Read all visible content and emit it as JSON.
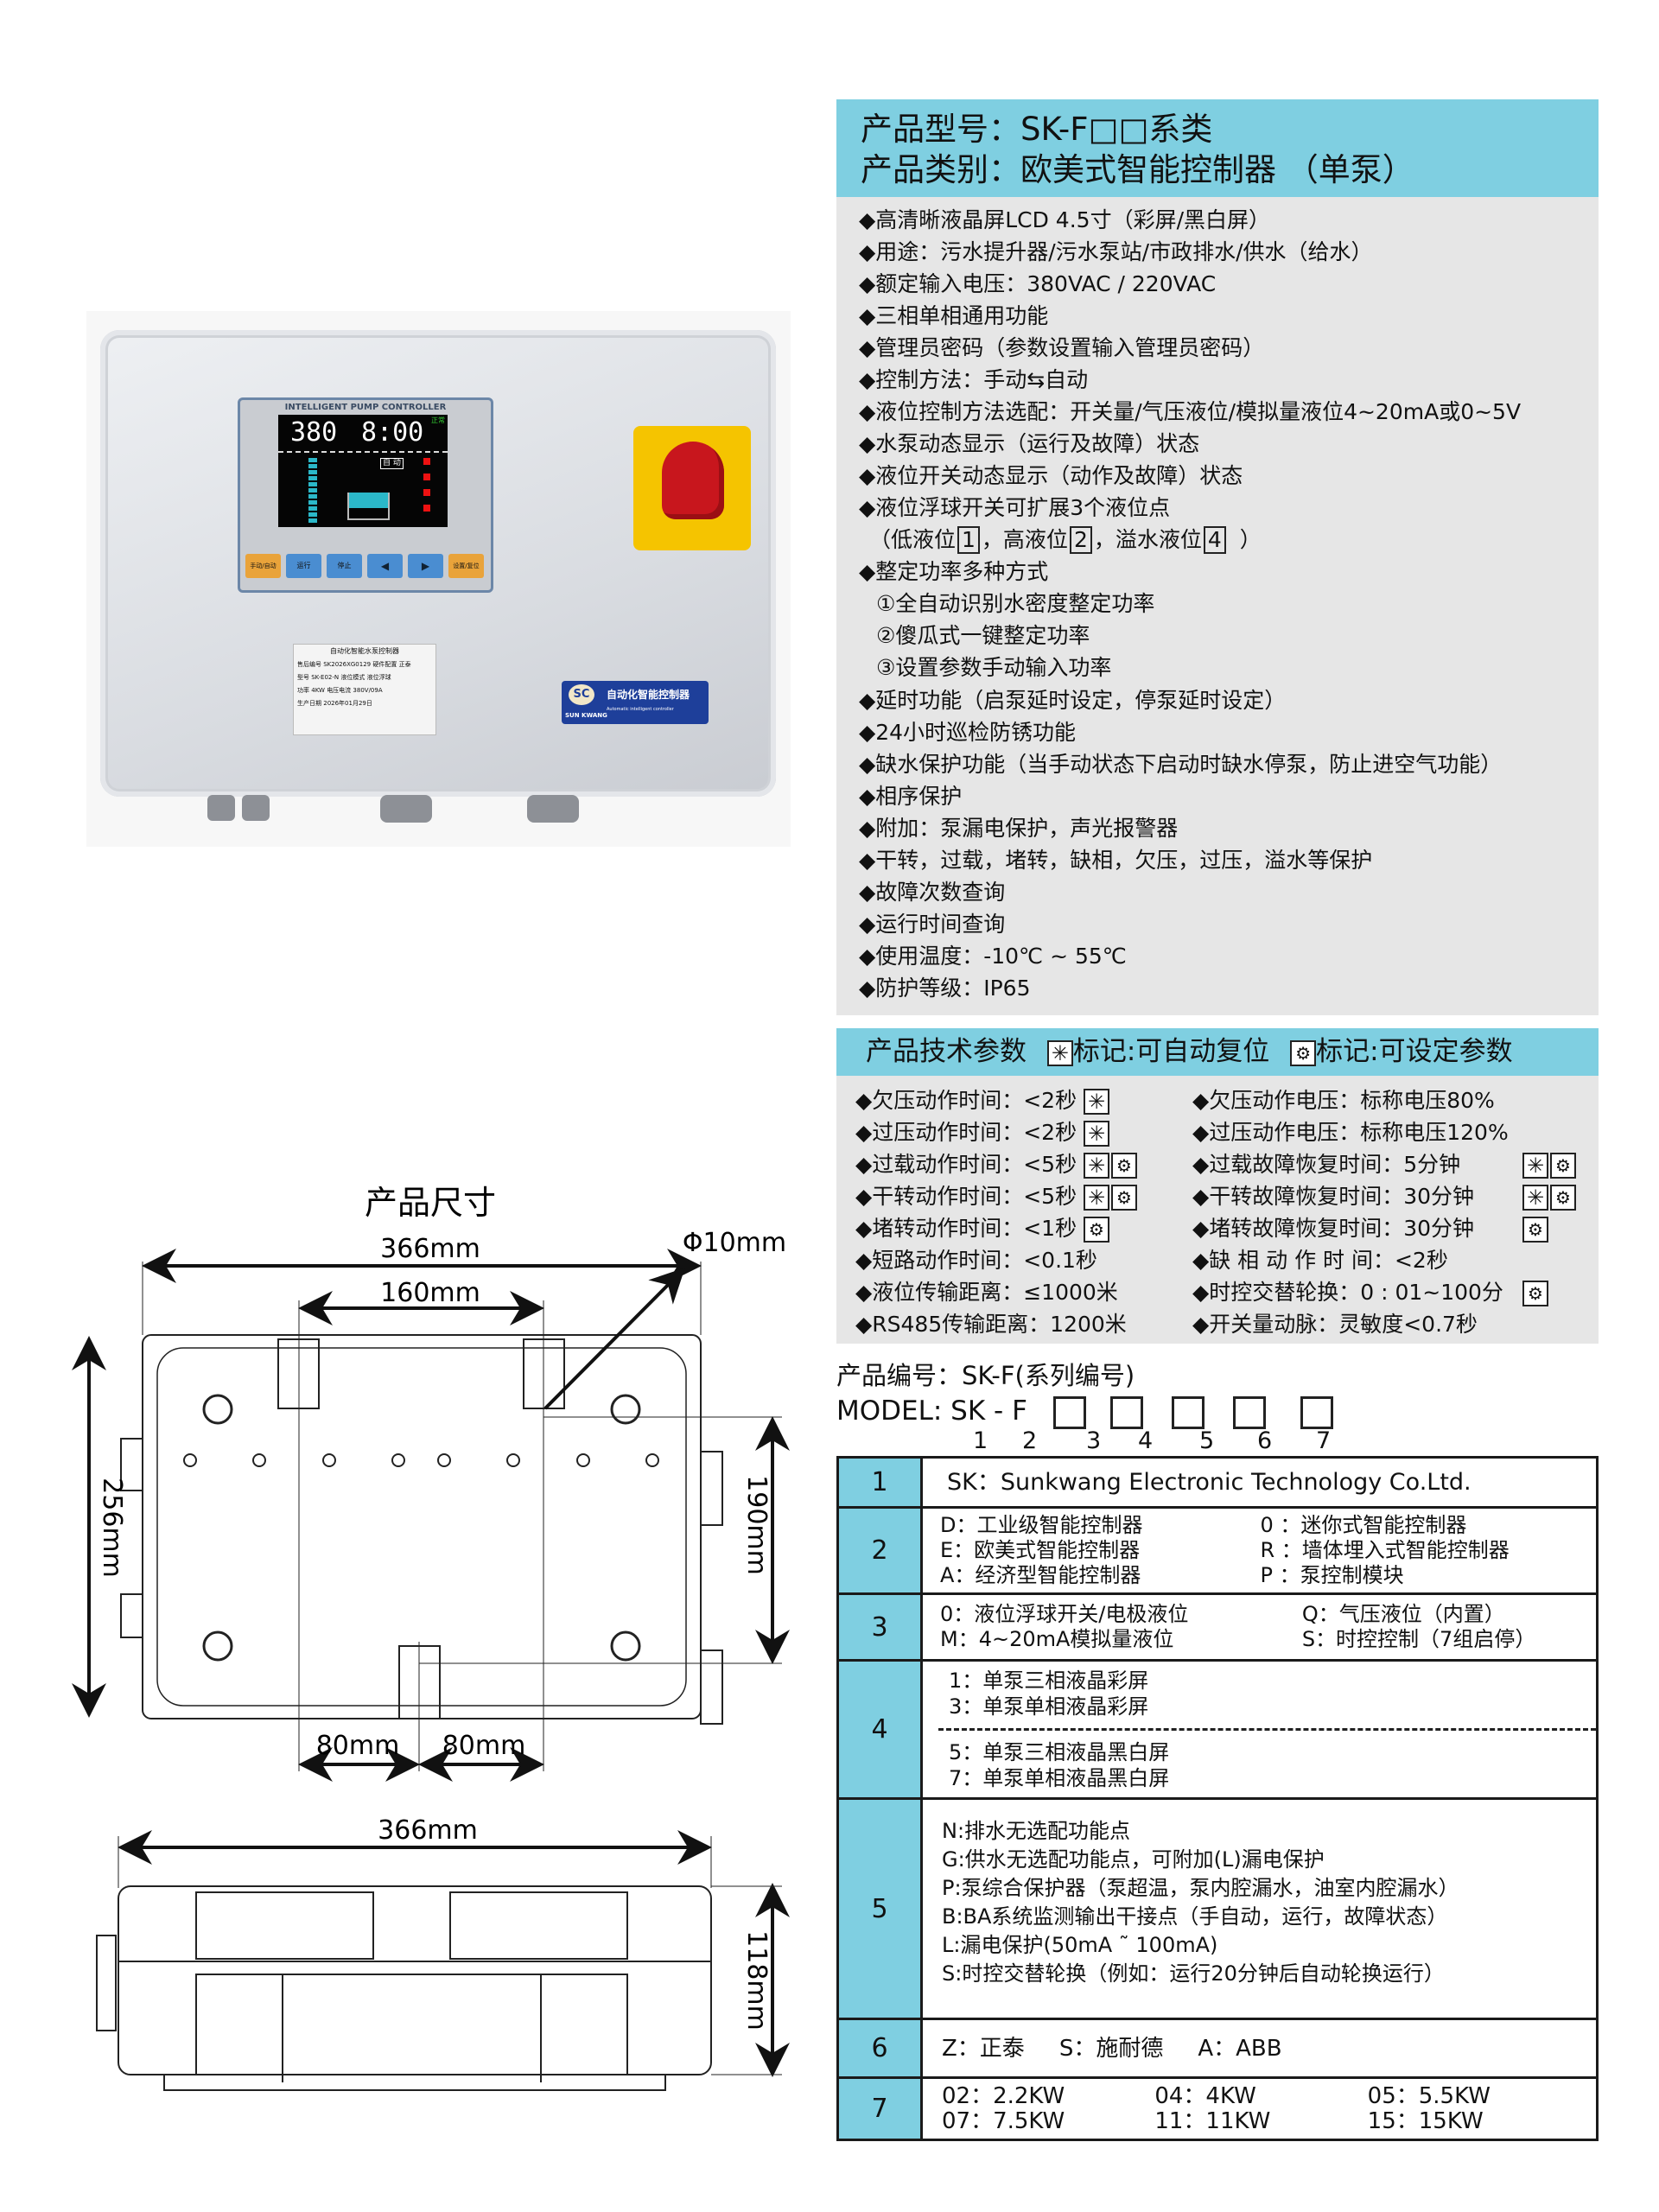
{
  "header": {
    "model_line": "产品型号：SK-F□□系类",
    "category_line": "产品类别：欧美式智能控制器 （单泵）"
  },
  "features": [
    "◆高清晰液晶屏LCD 4.5寸（彩屏/黑白屏）",
    "◆用途：污水提升器/污水泵站/市政排水/供水（给水）",
    "◆额定输入电压：380VAC / 220VAC",
    "◆三相单相通用功能",
    "◆管理员密码（参数设置输入管理员密码）",
    "◆控制方法：手动⇆自动",
    "◆液位控制方法选配：开关量/气压液位/模拟量液位4~20mA或0~5V",
    "◆水泵动态显示（运行及故障）状态",
    "◆液位开关动态显示（动作及故障）状态",
    "◆液位浮球开关可扩展3个液位点"
  ],
  "level_points": {
    "open": "（低液位",
    "low": "1",
    "sep1": "，高液位",
    "high": "2",
    "sep2": "，溢水液位",
    "overflow": "4",
    "close": "）"
  },
  "features2": [
    "◆整定功率多种方式",
    "①全自动识别水密度整定功率",
    "②傻瓜式一键整定功率",
    "③设置参数手动输入功率",
    "◆延时功能（启泵延时设定，停泵延时设定）",
    "◆24小时巡检防锈功能",
    "◆缺水保护功能（当手动状态下启动时缺水停泵，防止进空气功能）",
    "◆相序保护",
    "◆附加：泵漏电保护，声光报警器",
    "◆干转，过载，堵转，缺相，欠压，过压，溢水等保护",
    "◆故障次数查询",
    "◆运行时间查询",
    "◆使用温度：-10℃ ~ 55℃",
    "◆防护等级：IP65"
  ],
  "tech": {
    "title": "产品技术参数",
    "legend_reset": "标记:可自动复位",
    "legend_set": "标记:可设定参数",
    "left": [
      {
        "text": "◆欠压动作时间：<2秒",
        "icons": [
          "reset"
        ]
      },
      {
        "text": "◆过压动作时间：<2秒",
        "icons": [
          "reset"
        ]
      },
      {
        "text": "◆过载动作时间：<5秒",
        "icons": [
          "reset",
          "set"
        ]
      },
      {
        "text": "◆干转动作时间：<5秒",
        "icons": [
          "reset",
          "set"
        ]
      },
      {
        "text": "◆堵转动作时间：<1秒",
        "icons": [
          "set"
        ]
      },
      {
        "text": "◆短路动作时间：<0.1秒",
        "icons": []
      },
      {
        "text": "◆液位传输距离：≤1000米",
        "icons": []
      },
      {
        "text": "◆RS485传输距离：1200米",
        "icons": []
      }
    ],
    "right": [
      {
        "text": "◆欠压动作电压：标称电压80%",
        "icons": []
      },
      {
        "text": "◆过压动作电压：标称电压120%",
        "icons": []
      },
      {
        "text": "◆过载故障恢复时间：5分钟",
        "icons": [
          "reset",
          "set"
        ]
      },
      {
        "text": "◆干转故障恢复时间：30分钟",
        "icons": [
          "reset",
          "set"
        ]
      },
      {
        "text": "◆堵转故障恢复时间：30分钟",
        "icons": [
          "set"
        ]
      },
      {
        "text": "◆缺 相  动  作 时 间：<2秒",
        "icons": []
      },
      {
        "text": "◆时控交替轮换：0 : 01~100分",
        "icons": [
          "set"
        ]
      },
      {
        "text": "◆开关量动脉：灵敏度<0.7秒",
        "icons": []
      }
    ]
  },
  "model": {
    "title": "产品编号：SK-F(系列编号)",
    "prefix": "MODEL: SK - F",
    "positions": [
      "1",
      "2",
      "3",
      "4",
      "5",
      "6",
      "7"
    ]
  },
  "model_table": {
    "r1": {
      "n": "1",
      "text": "SK：Sunkwang Electronic Technology Co.Ltd."
    },
    "r2": {
      "n": "2",
      "left": [
        "D：工业级智能控制器",
        "E：欧美式智能控制器",
        "A：经济型智能控制器"
      ],
      "right": [
        "0 ：迷你式智能控制器",
        "R ：墙体埋入式智能控制器",
        "P ：泵控制模块"
      ]
    },
    "r3": {
      "n": "3",
      "left": [
        "0：液位浮球开关/电极液位",
        "M：4~20mA模拟量液位"
      ],
      "right": [
        "Q：气压液位（内置）",
        "S：时控控制（7组启停）"
      ]
    },
    "r4": {
      "n": "4",
      "top": [
        "1：单泵三相液晶彩屏",
        "3：单泵单相液晶彩屏"
      ],
      "bottom": [
        "5：单泵三相液晶黑白屏",
        "7：单泵单相液晶黑白屏"
      ]
    },
    "r5": {
      "n": "5",
      "lines": [
        "N:排水无选配功能点",
        "G:供水无选配功能点，可附加(L)漏电保护",
        "P:泵综合保护器（泵超温，泵内腔漏水，油室内腔漏水）",
        "B:BA系统监测输出干接点（手自动，运行，故障状态）",
        "L:漏电保护(50mA ˜ 100mA)",
        "S:时控交替轮换（例如：运行20分钟后自动轮换运行）"
      ]
    },
    "r6": {
      "n": "6",
      "items": [
        "Z：正泰",
        "S：施耐德",
        "A：ABB"
      ]
    },
    "r7": {
      "n": "7",
      "items": [
        "02：2.2KW",
        "04：4KW",
        "05：5.5KW",
        "07：7.5KW",
        "11：11KW",
        "15：15KW"
      ]
    }
  },
  "dimensions": {
    "title": "产品尺寸",
    "width": "366mm",
    "mount_span": "160mm",
    "hole": "Φ10mm",
    "height": "256mm",
    "mount_vertical": "190mm",
    "half_left": "80mm",
    "half_right": "80mm",
    "side_width": "366mm",
    "depth": "118mm"
  },
  "device": {
    "panel_title": "INTELLIGENT PUMP CONTROLLER",
    "voltage": "380",
    "time": "8:00",
    "status": "正常",
    "mode": "自 动",
    "buttons": [
      "手动/自动",
      "运行",
      "停止",
      "◀",
      "▶",
      "设置/复位"
    ],
    "label_title": "自动化智能水泵控制器",
    "label_rows": [
      [
        "售后编号",
        "SK2026XG0129",
        "硬件配置",
        "正泰"
      ],
      [
        "型号",
        "SK-E02-N",
        "液位模式",
        "液位浮球"
      ],
      [
        "功率",
        "4KW",
        "电压电流",
        "380V/09A"
      ],
      [
        "生产日期",
        "2026年01月29日"
      ]
    ],
    "badge_logo": "SC",
    "badge_brand": "SUN KWANG",
    "badge_title": "自动化智能控制器",
    "badge_sub": "Automatic intelligent controller",
    "colors": {
      "badge": "#1e3f9a",
      "switch_base": "#f5c400",
      "switch_knob": "#c8161d",
      "accent": "#7fcfe1"
    }
  }
}
